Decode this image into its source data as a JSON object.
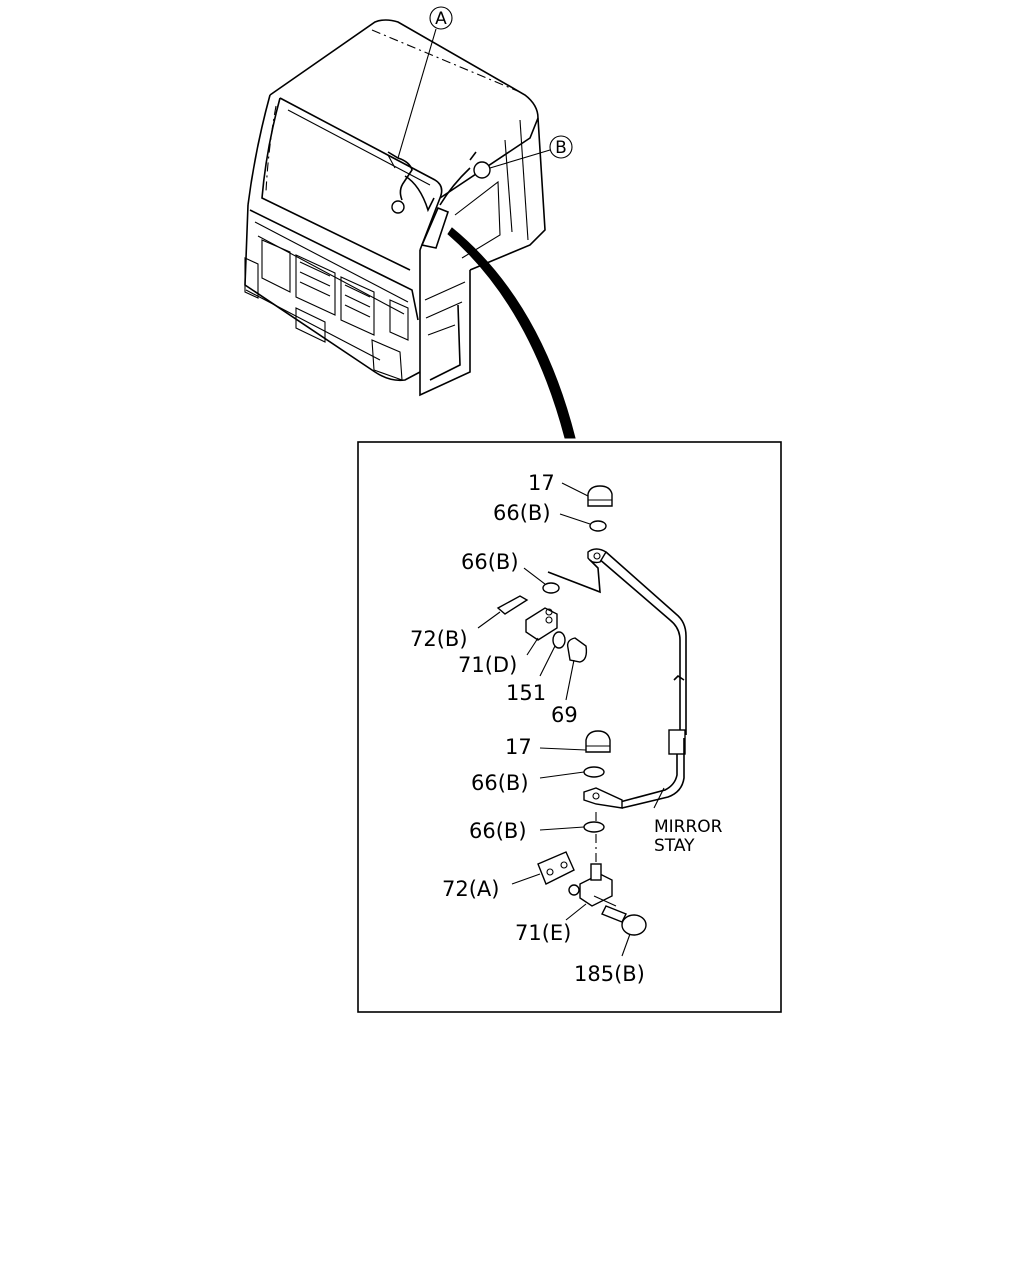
{
  "callouts": {
    "a": "A",
    "b": "B"
  },
  "parts": [
    {
      "id": "p1",
      "label": "17"
    },
    {
      "id": "p2",
      "label": "66(B)"
    },
    {
      "id": "p3",
      "label": "66(B)"
    },
    {
      "id": "p4",
      "label": "72(B)"
    },
    {
      "id": "p5",
      "label": "71(D)"
    },
    {
      "id": "p6",
      "label": "151"
    },
    {
      "id": "p7",
      "label": "69"
    },
    {
      "id": "p8",
      "label": "17"
    },
    {
      "id": "p9",
      "label": "66(B)"
    },
    {
      "id": "p10",
      "label": "66(B)"
    },
    {
      "id": "p11",
      "label": "72(A)"
    },
    {
      "id": "p12",
      "label": "71(E)"
    },
    {
      "id": "p13",
      "label": "185(B)"
    }
  ],
  "mirror_stay": {
    "line1": "MIRROR",
    "line2": "STAY"
  }
}
